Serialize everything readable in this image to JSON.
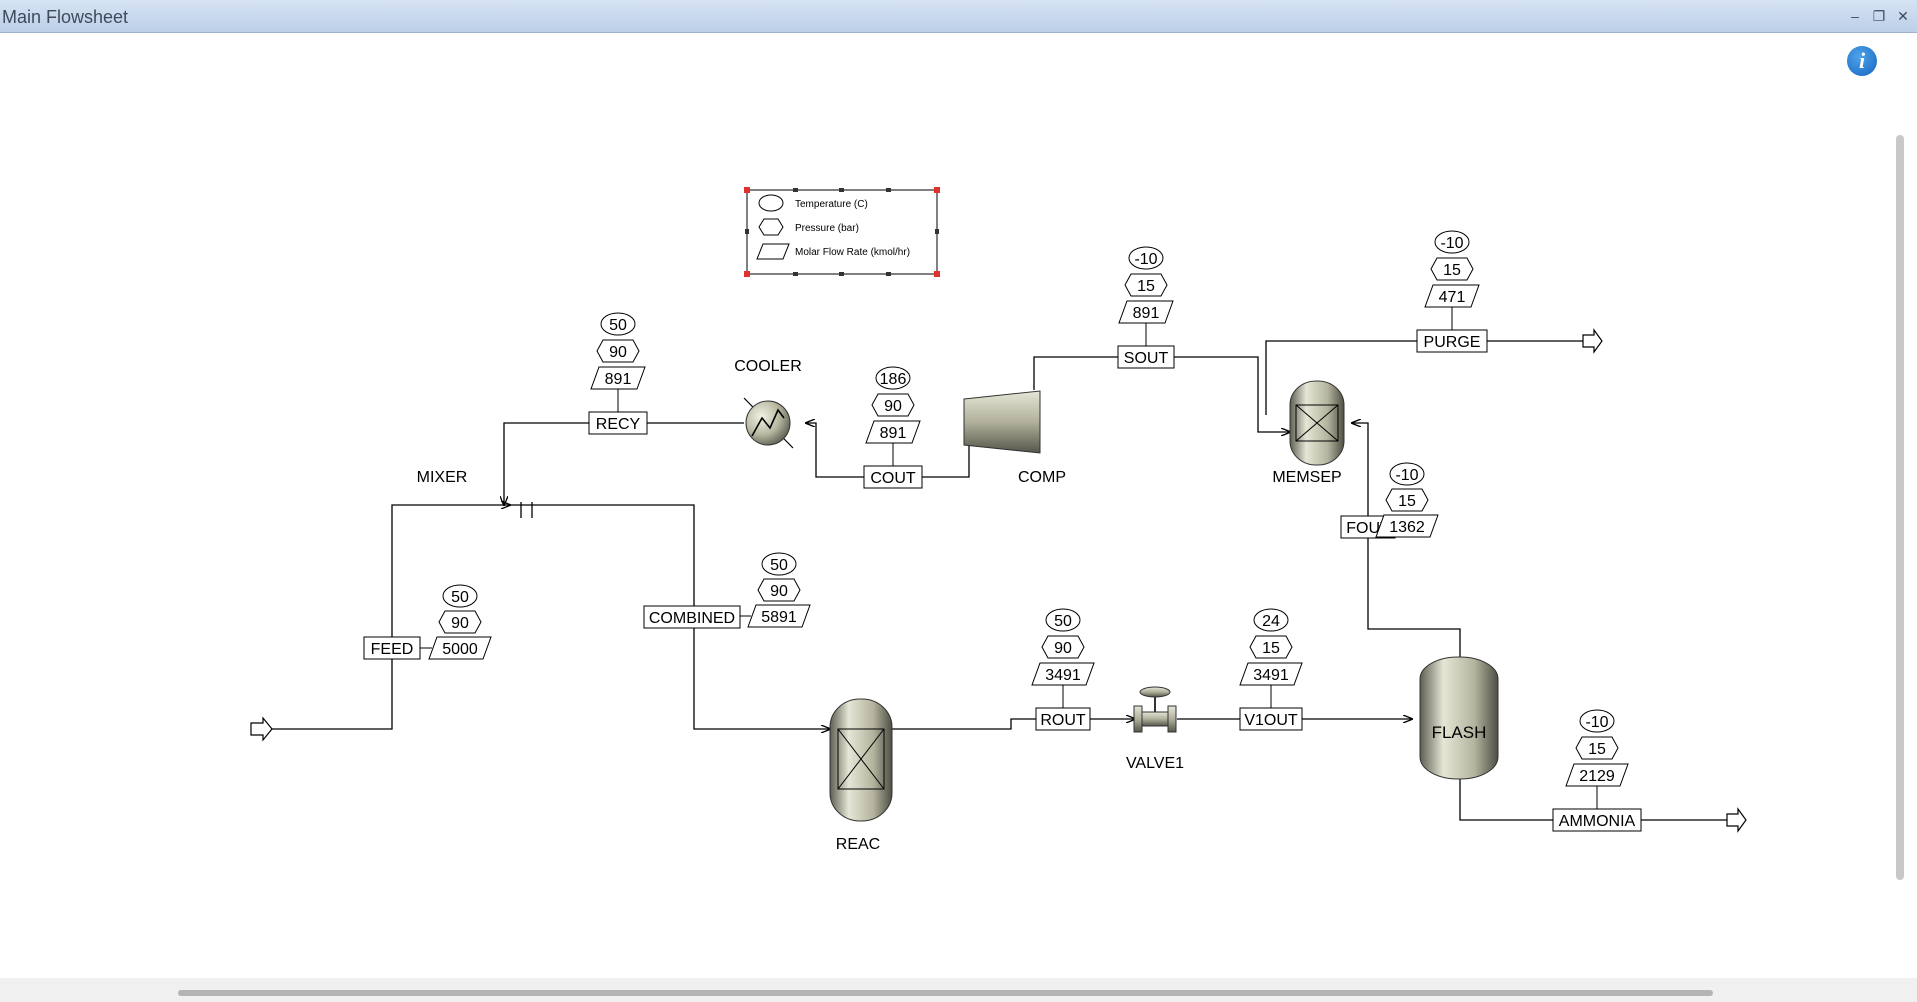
{
  "window": {
    "title": "Main Flowsheet"
  },
  "legend": {
    "temperature": "Temperature (C)",
    "pressure": "Pressure (bar)",
    "flow": "Molar Flow Rate (kmol/hr)"
  },
  "blocks": {
    "cooler": "COOLER",
    "comp": "COMP",
    "mixer": "MIXER",
    "memsep": "MEMSEP",
    "reac": "REAC",
    "valve1": "VALVE1",
    "flash": "FLASH"
  },
  "streams": {
    "recy": {
      "name": "RECY",
      "t": "50",
      "p": "90",
      "f": "891"
    },
    "cout": {
      "name": "COUT",
      "t": "186",
      "p": "90",
      "f": "891"
    },
    "sout": {
      "name": "SOUT",
      "t": "-10",
      "p": "15",
      "f": "891"
    },
    "purge": {
      "name": "PURGE",
      "t": "-10",
      "p": "15",
      "f": "471"
    },
    "fout": {
      "name": "FOUT",
      "t": "-10",
      "p": "15",
      "f": "1362"
    },
    "feed": {
      "name": "FEED",
      "t": "50",
      "p": "90",
      "f": "5000"
    },
    "combined": {
      "name": "COMBINED",
      "t": "50",
      "p": "90",
      "f": "5891"
    },
    "rout": {
      "name": "ROUT",
      "t": "50",
      "p": "90",
      "f": "3491"
    },
    "v1out": {
      "name": "V1OUT",
      "t": "24",
      "p": "15",
      "f": "3491"
    },
    "ammonia": {
      "name": "AMMONIA",
      "t": "-10",
      "p": "15",
      "f": "2129"
    }
  }
}
